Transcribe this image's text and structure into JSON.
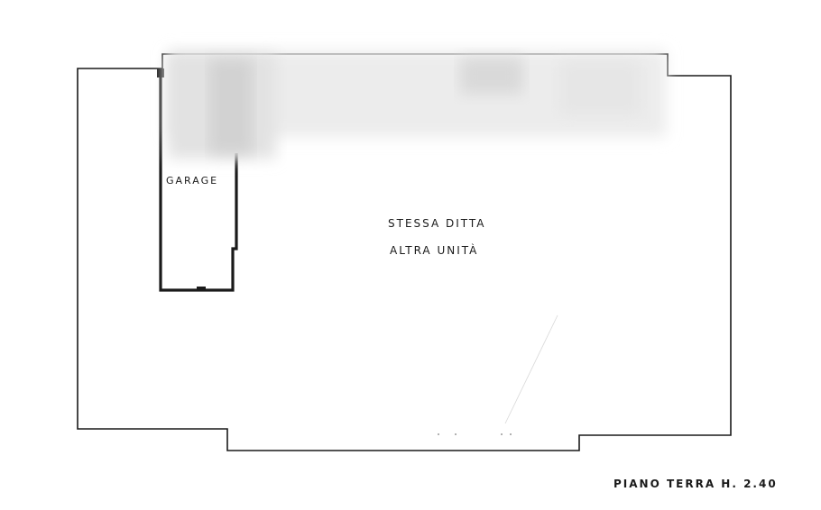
{
  "plan": {
    "garage_label": "GARAGE",
    "unit_line_1": "STESSA DITTA",
    "unit_line_2": "ALTRA UNITÀ",
    "floor_caption": "PIANO TERRA H. 2.40"
  },
  "colors": {
    "ink": "#1a1a1a",
    "redaction": "#d6d6d6",
    "paper": "#ffffff"
  }
}
